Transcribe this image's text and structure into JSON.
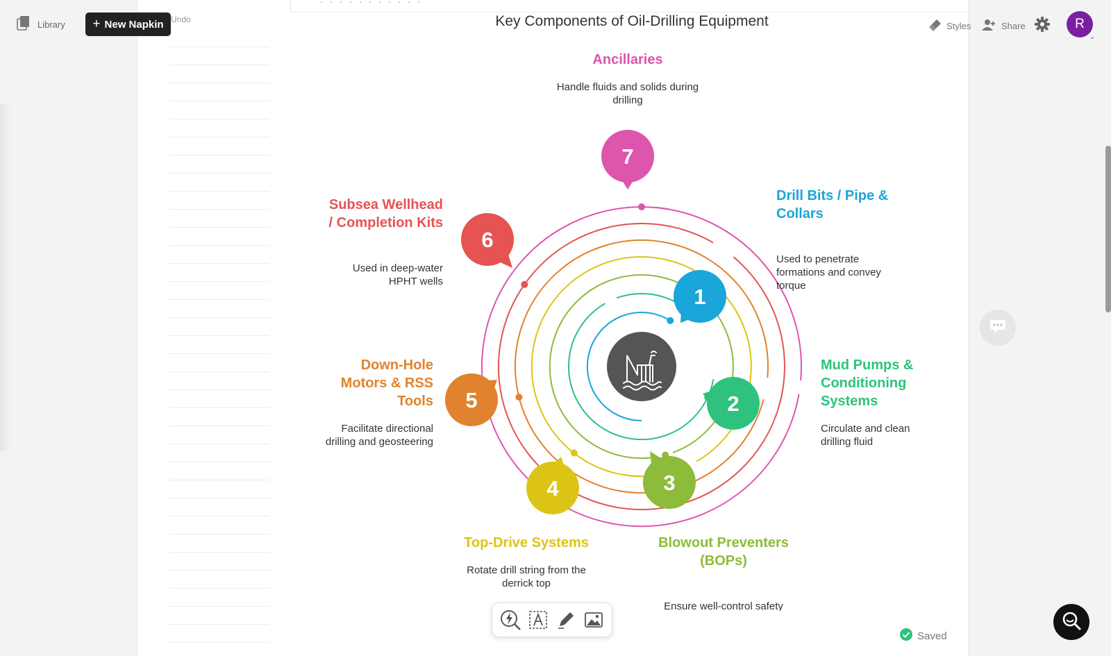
{
  "header": {
    "library_label": "Library",
    "new_napkin_label": "New Napkin",
    "undo_label": "Undo",
    "styles_label": "Styles",
    "share_label": "Share",
    "avatar_initial": "R"
  },
  "diagram": {
    "title": "Key Components of Oil-Drilling Equipment",
    "center_icon": "oil-rig-icon",
    "items": [
      {
        "num": "1",
        "title": "Drill Bits / Pipe & Collars",
        "title_lines": [
          "Drill Bits / Pipe &",
          "Collars"
        ],
        "desc": "Used to penetrate formations and convey torque",
        "desc_lines": [
          "Used to penetrate",
          "formations and convey",
          "torque"
        ],
        "color": "#1aa6d9"
      },
      {
        "num": "2",
        "title": "Mud Pumps & Conditioning Systems",
        "title_lines": [
          "Mud Pumps &",
          "Conditioning",
          "Systems"
        ],
        "desc": "Circulate and clean drilling fluid",
        "desc_lines": [
          "Circulate and clean",
          "drilling fluid"
        ],
        "color": "#2ec27e"
      },
      {
        "num": "3",
        "title": "Blowout Preventers (BOPs)",
        "title_lines": [
          "Blowout Preventers",
          "(BOPs)"
        ],
        "desc": "Ensure well-control safety",
        "desc_lines": [
          "Ensure well-control safety"
        ],
        "color": "#8dbb3a"
      },
      {
        "num": "4",
        "title": "Top-Drive Systems",
        "title_lines": [
          "Top-Drive Systems"
        ],
        "desc": "Rotate drill string from the derrick top",
        "desc_lines": [
          "Rotate drill string from the",
          "derrick top"
        ],
        "color": "#dcc417"
      },
      {
        "num": "5",
        "title": "Down-Hole Motors & RSS Tools",
        "title_lines": [
          "Down-Hole",
          "Motors & RSS",
          "Tools"
        ],
        "desc": "Facilitate directional drilling and geosteering",
        "desc_lines": [
          "Facilitate directional",
          "drilling and geosteering"
        ],
        "color": "#e0822e"
      },
      {
        "num": "6",
        "title": "Subsea Wellhead / Completion Kits",
        "title_lines": [
          "Subsea Wellhead",
          "/ Completion Kits"
        ],
        "desc": "Used in deep-water HPHT wells",
        "desc_lines": [
          "Used in deep-water",
          "HPHT wells"
        ],
        "color": "#e55353"
      },
      {
        "num": "7",
        "title": "Ancillaries",
        "title_lines": [
          "Ancillaries"
        ],
        "desc": "Handle fluids and solids during drilling",
        "desc_lines": [
          "Handle fluids and solids during",
          "drilling"
        ],
        "color": "#dd55ad"
      }
    ]
  },
  "toolbar": {
    "tools": [
      "quick-generate-icon",
      "text-icon",
      "pen-icon",
      "image-icon"
    ]
  },
  "status": {
    "saved_label": "Saved",
    "saved_color": "#2ec27e"
  }
}
